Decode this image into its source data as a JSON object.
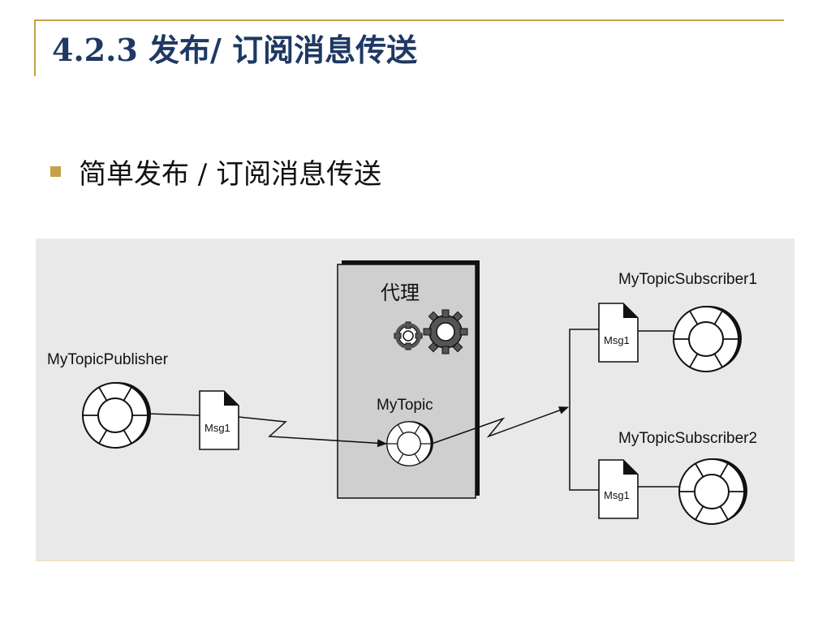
{
  "slide": {
    "title": "4.2.3 发布/ 订阅消息传送",
    "bullet": "简单发布 / 订阅消息传送"
  },
  "diagram": {
    "broker_label": "代理",
    "topic_label": "MyTopic",
    "publisher_label": "MyTopicPublisher",
    "subscriber1_label": "MyTopicSubscriber1",
    "subscriber2_label": "MyTopicSubscriber2",
    "message_label": "Msg1"
  },
  "colors": {
    "accent": "#c6a14a",
    "title": "#1f3864",
    "diagram_bg": "#e9e9e9",
    "broker_fill": "#cfcfcf"
  },
  "icons": [
    "gear-icon",
    "topic-wheel-icon",
    "document-icon"
  ]
}
